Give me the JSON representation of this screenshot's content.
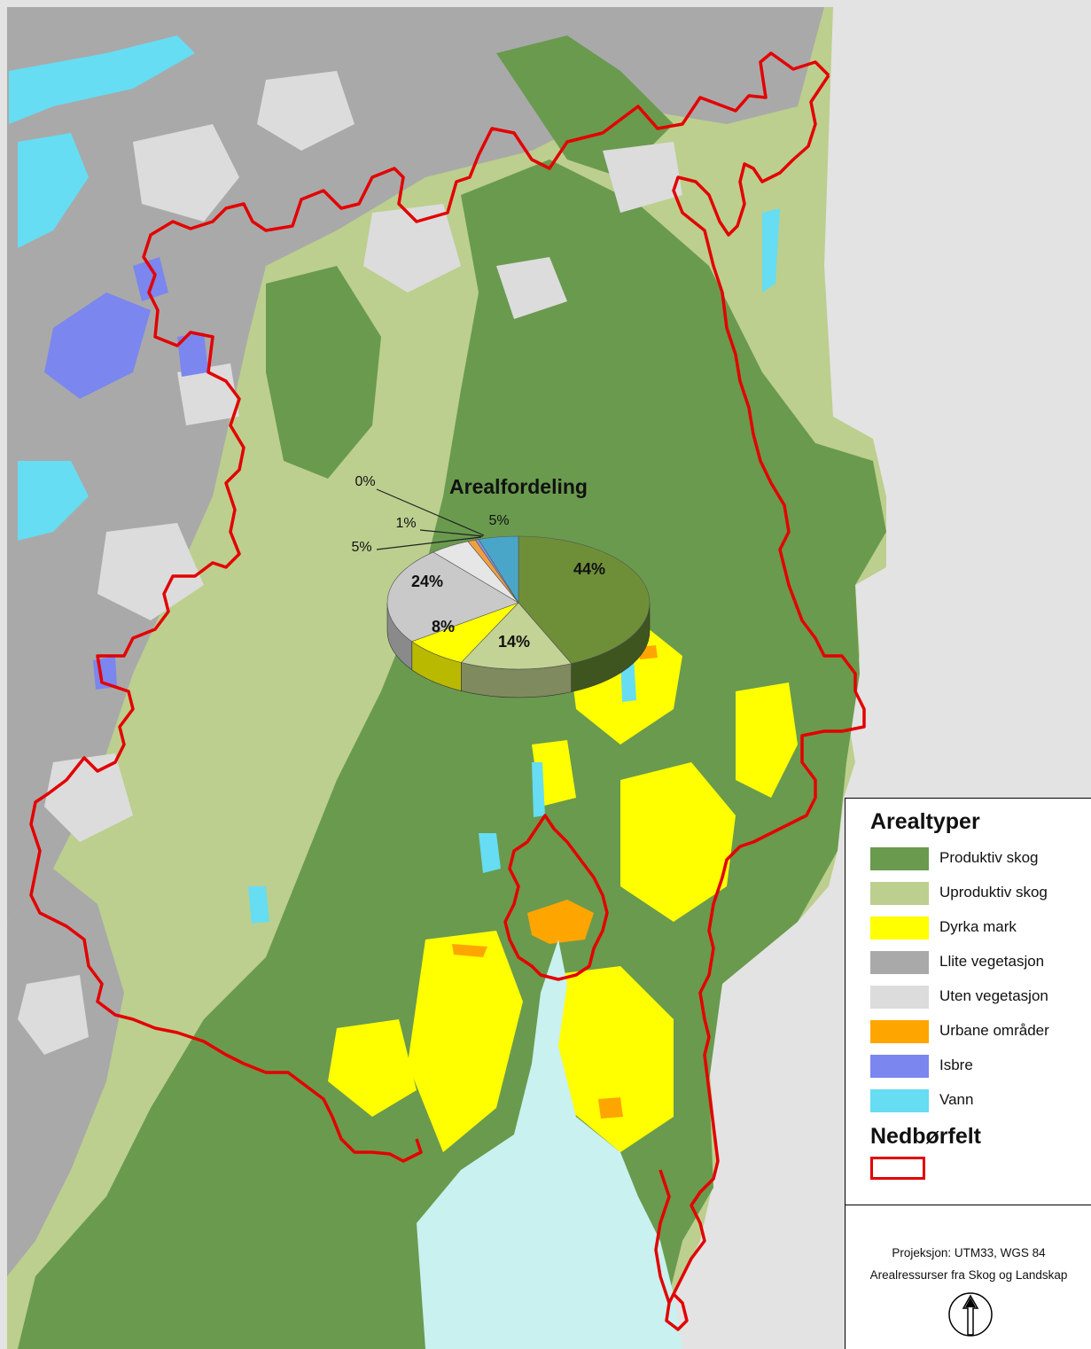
{
  "colors": {
    "produktiv_skog": "#6a9a4e",
    "uproduktiv_skog": "#bccf8e",
    "dyrka_mark": "#ffff00",
    "lite_vegetasjon": "#a9a9a9",
    "uten_vegetasjon": "#dcdcdc",
    "urbane": "#ffa500",
    "isbre": "#7b86ee",
    "vann": "#66ddf2",
    "sea": "#c8f1ef",
    "outside": "#e3e3e3",
    "boundary": "#e30000"
  },
  "pie": {
    "title": "Arealfordeling",
    "slices": [
      {
        "label": "44%",
        "value": 44,
        "color": "#6e8f38",
        "side": "#3f5520"
      },
      {
        "label": "14%",
        "value": 14,
        "color": "#c3d395",
        "side": "#7f8a5e"
      },
      {
        "label": "8%",
        "value": 8,
        "color": "#ffff00",
        "side": "#b9b900"
      },
      {
        "label": "24%",
        "value": 24,
        "color": "#c9c9c9",
        "side": "#8a8a8a"
      },
      {
        "label": "5%",
        "value": 5,
        "color": "#e6e6e6",
        "side": "#a0a0a0"
      },
      {
        "label": "1%",
        "value": 1,
        "color": "#f0a040",
        "side": "#a06020"
      },
      {
        "label": "0%",
        "value": 0.4,
        "color": "#8893ee",
        "side": "#5560aa"
      },
      {
        "label": "5%",
        "value": 5,
        "color": "#4aa6c8",
        "side": "#2f6f88"
      }
    ]
  },
  "legend": {
    "title": "Arealtyper",
    "items": [
      {
        "label": "Produktiv skog",
        "color": "#6a9a4e"
      },
      {
        "label": "Uproduktiv skog",
        "color": "#bccf8e"
      },
      {
        "label": "Dyrka mark",
        "color": "#ffff00"
      },
      {
        "label": "Llite vegetasjon",
        "color": "#a9a9a9"
      },
      {
        "label": "Uten vegetasjon",
        "color": "#dcdcdc"
      },
      {
        "label": "Urbane områder",
        "color": "#ffa500"
      },
      {
        "label": "Isbre",
        "color": "#7b86ee"
      },
      {
        "label": "Vann",
        "color": "#66ddf2"
      }
    ],
    "boundary_title": "Nedbørfelt",
    "projection": "Projeksjon: UTM33, WGS 84",
    "source": "Arealressurser fra Skog og Landskap"
  }
}
